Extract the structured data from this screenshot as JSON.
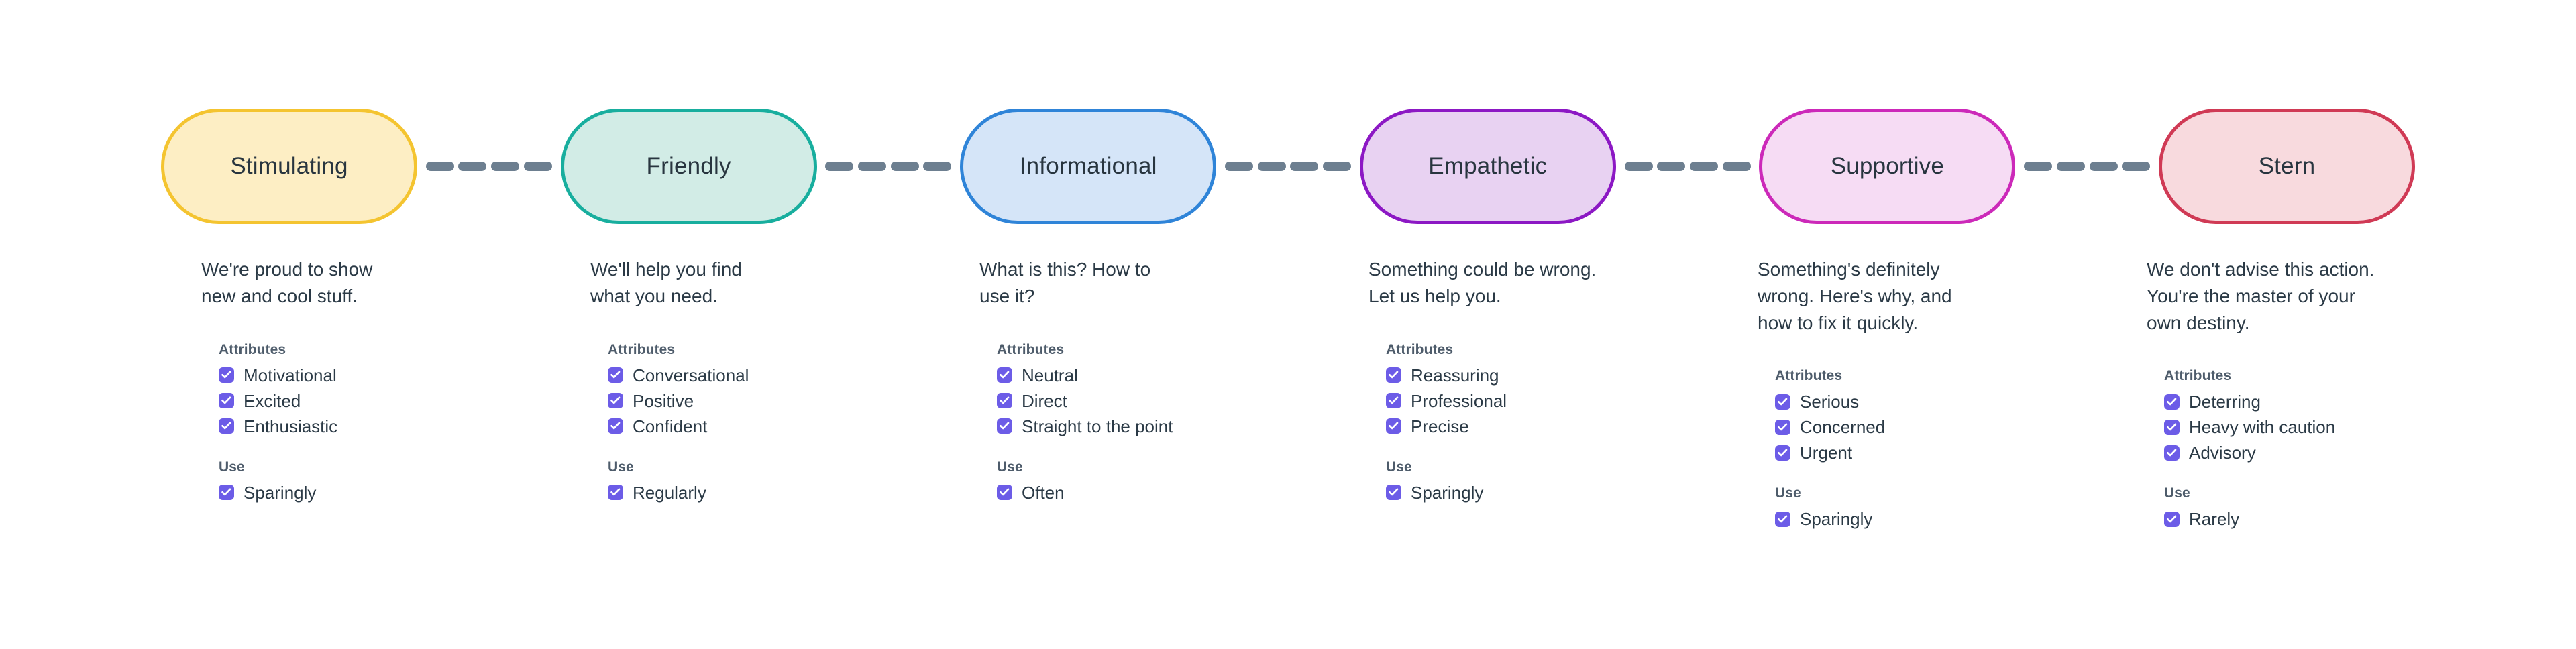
{
  "theme": {
    "background": "#ffffff",
    "text_color": "#2b3a46",
    "group_title_color": "#4e5c6b",
    "checkbox_color": "#6c5ce7",
    "connector_color": "#6d7f90"
  },
  "connector": {
    "dash_count": 4,
    "style": "dashed"
  },
  "labels": {
    "attributes_heading": "Attributes",
    "use_heading": "Use"
  },
  "tones": [
    {
      "name": "Stimulating",
      "fill": "#fdeec4",
      "stroke": "#f4c430",
      "description": "We're proud to show\nnew and cool stuff.",
      "attributes": [
        "Motivational",
        "Excited",
        "Enthusiastic"
      ],
      "use": [
        "Sparingly"
      ]
    },
    {
      "name": "Friendly",
      "fill": "#d2ece6",
      "stroke": "#18ae9e",
      "description": "We'll help you find\nwhat you need.",
      "attributes": [
        "Conversational",
        "Positive",
        "Confident"
      ],
      "use": [
        "Regularly"
      ]
    },
    {
      "name": "Informational",
      "fill": "#d5e5f8",
      "stroke": "#2f84d8",
      "description": "What is this? How to\nuse it?",
      "attributes": [
        "Neutral",
        "Direct",
        "Straight to the point"
      ],
      "use": [
        "Often"
      ]
    },
    {
      "name": "Empathetic",
      "fill": "#e8d2f2",
      "stroke": "#8c18c4",
      "description": "Something could be wrong.\nLet us help you.",
      "attributes": [
        "Reassuring",
        "Professional",
        "Precise"
      ],
      "use": [
        "Sparingly"
      ]
    },
    {
      "name": "Supportive",
      "fill": "#f6dcf4",
      "stroke": "#cc29b9",
      "description": "Something's definitely\nwrong. Here's why, and\nhow to fix it quickly.",
      "attributes": [
        "Serious",
        "Concerned",
        "Urgent"
      ],
      "use": [
        "Sparingly"
      ]
    },
    {
      "name": "Stern",
      "fill": "#f8dade",
      "stroke": "#d03a55",
      "description": "We don't advise this action.\nYou're the master of your\nown destiny.",
      "attributes": [
        "Deterring",
        "Heavy with caution",
        "Advisory"
      ],
      "use": [
        "Rarely"
      ]
    }
  ]
}
